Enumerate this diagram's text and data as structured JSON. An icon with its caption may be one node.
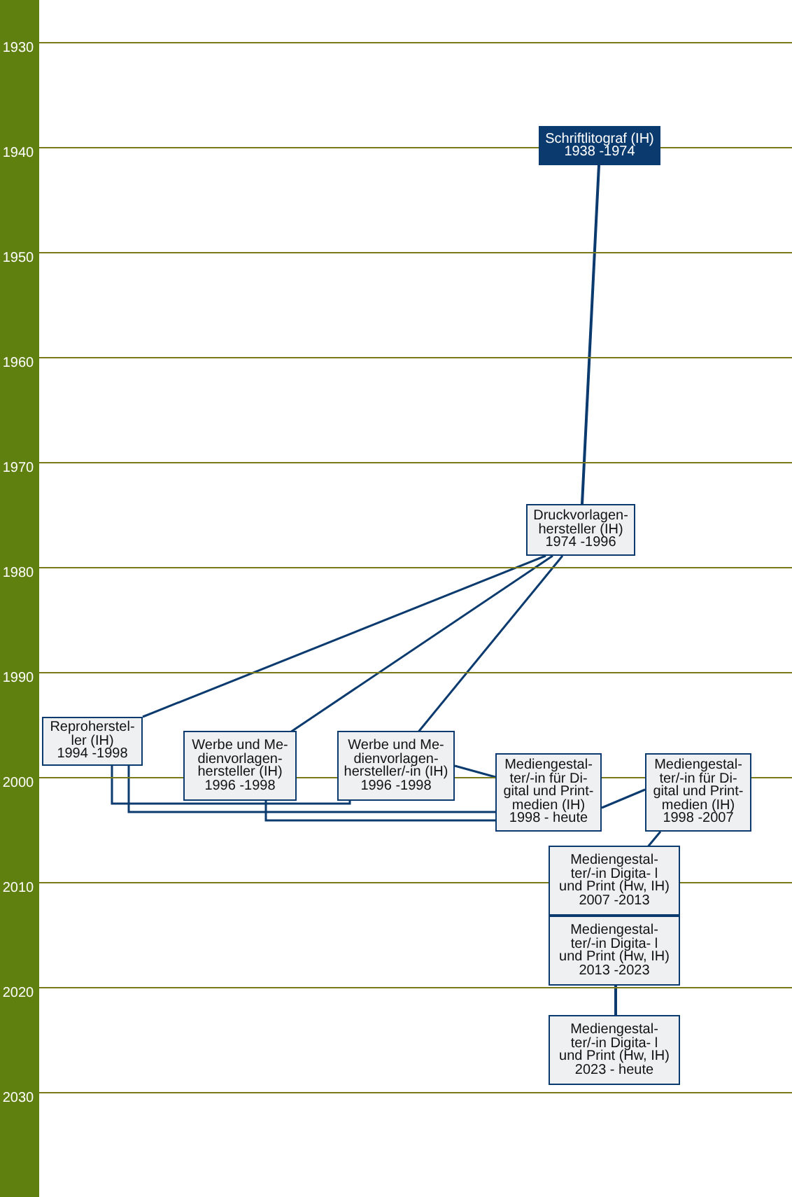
{
  "diagram": {
    "nodes": [
      {
        "text": [
          "Schriftlitograf (IH)",
          "1938 -1974"
        ]
      },
      {
        "text": [
          "Druckvorlagen- hersteller (IH)",
          "1974 -1996"
        ]
      },
      {
        "text": [
          "Reproherstel- ler (IH)",
          "1994 -1998"
        ]
      },
      {
        "text": [
          "Werbe und Me- dienvorlagen- hersteller (IH)",
          "1996 -1998"
        ]
      },
      {
        "text": [
          "Werbe und Me- dienvorlagen- hersteller/-in (IH)",
          "1996 -1998"
        ]
      },
      {
        "text": [
          "Mediengestal- ter/-in für Di- gital und Print- medien (IH)",
          "1998 - heute"
        ]
      },
      {
        "text": [
          "Mediengestal- ter/-in für Di- gital und Print- medien (IH)",
          "1998 -2007"
        ]
      },
      {
        "text": [
          "Mediengestal- ter/-in Digita- l und Print (Hw, IH)",
          "2007 -2013"
        ]
      },
      {
        "text": [
          "Mediengestal- ter/-in Digita- l und Print (Hw, IH)",
          "2013 -2023"
        ]
      },
      {
        "text": [
          "Mediengestal- ter/-in Digita- l und Print (Hw, IH)",
          "2023 - heute"
        ]
      }
    ],
    "edges": [
      {
        "from": 0,
        "to": 1,
        "arrow": "none"
      },
      {
        "from": 1,
        "to": 2,
        "arrow": "none"
      },
      {
        "from": 1,
        "to": 3,
        "arrow": "none"
      },
      {
        "from": 1,
        "to": 4,
        "arrow": "none"
      },
      {
        "from": 2,
        "to": 4,
        "arrow": "none"
      },
      {
        "from": 2,
        "to": 5,
        "arrow": "none"
      },
      {
        "from": 3,
        "to": 5,
        "arrow": "none"
      },
      {
        "from": 4,
        "to": 5,
        "arrow": "none"
      },
      {
        "from": 5,
        "to": 6,
        "arrow": "none"
      },
      {
        "from": 6,
        "to": 7,
        "arrow": "none"
      },
      {
        "from": 8,
        "to": 9,
        "arrow": "none"
      }
    ],
    "labels": [
      "1930",
      "1940",
      "1950",
      "1960",
      "1970",
      "1980",
      "1990",
      "2000",
      "2010",
      "2020",
      "2030"
    ]
  }
}
